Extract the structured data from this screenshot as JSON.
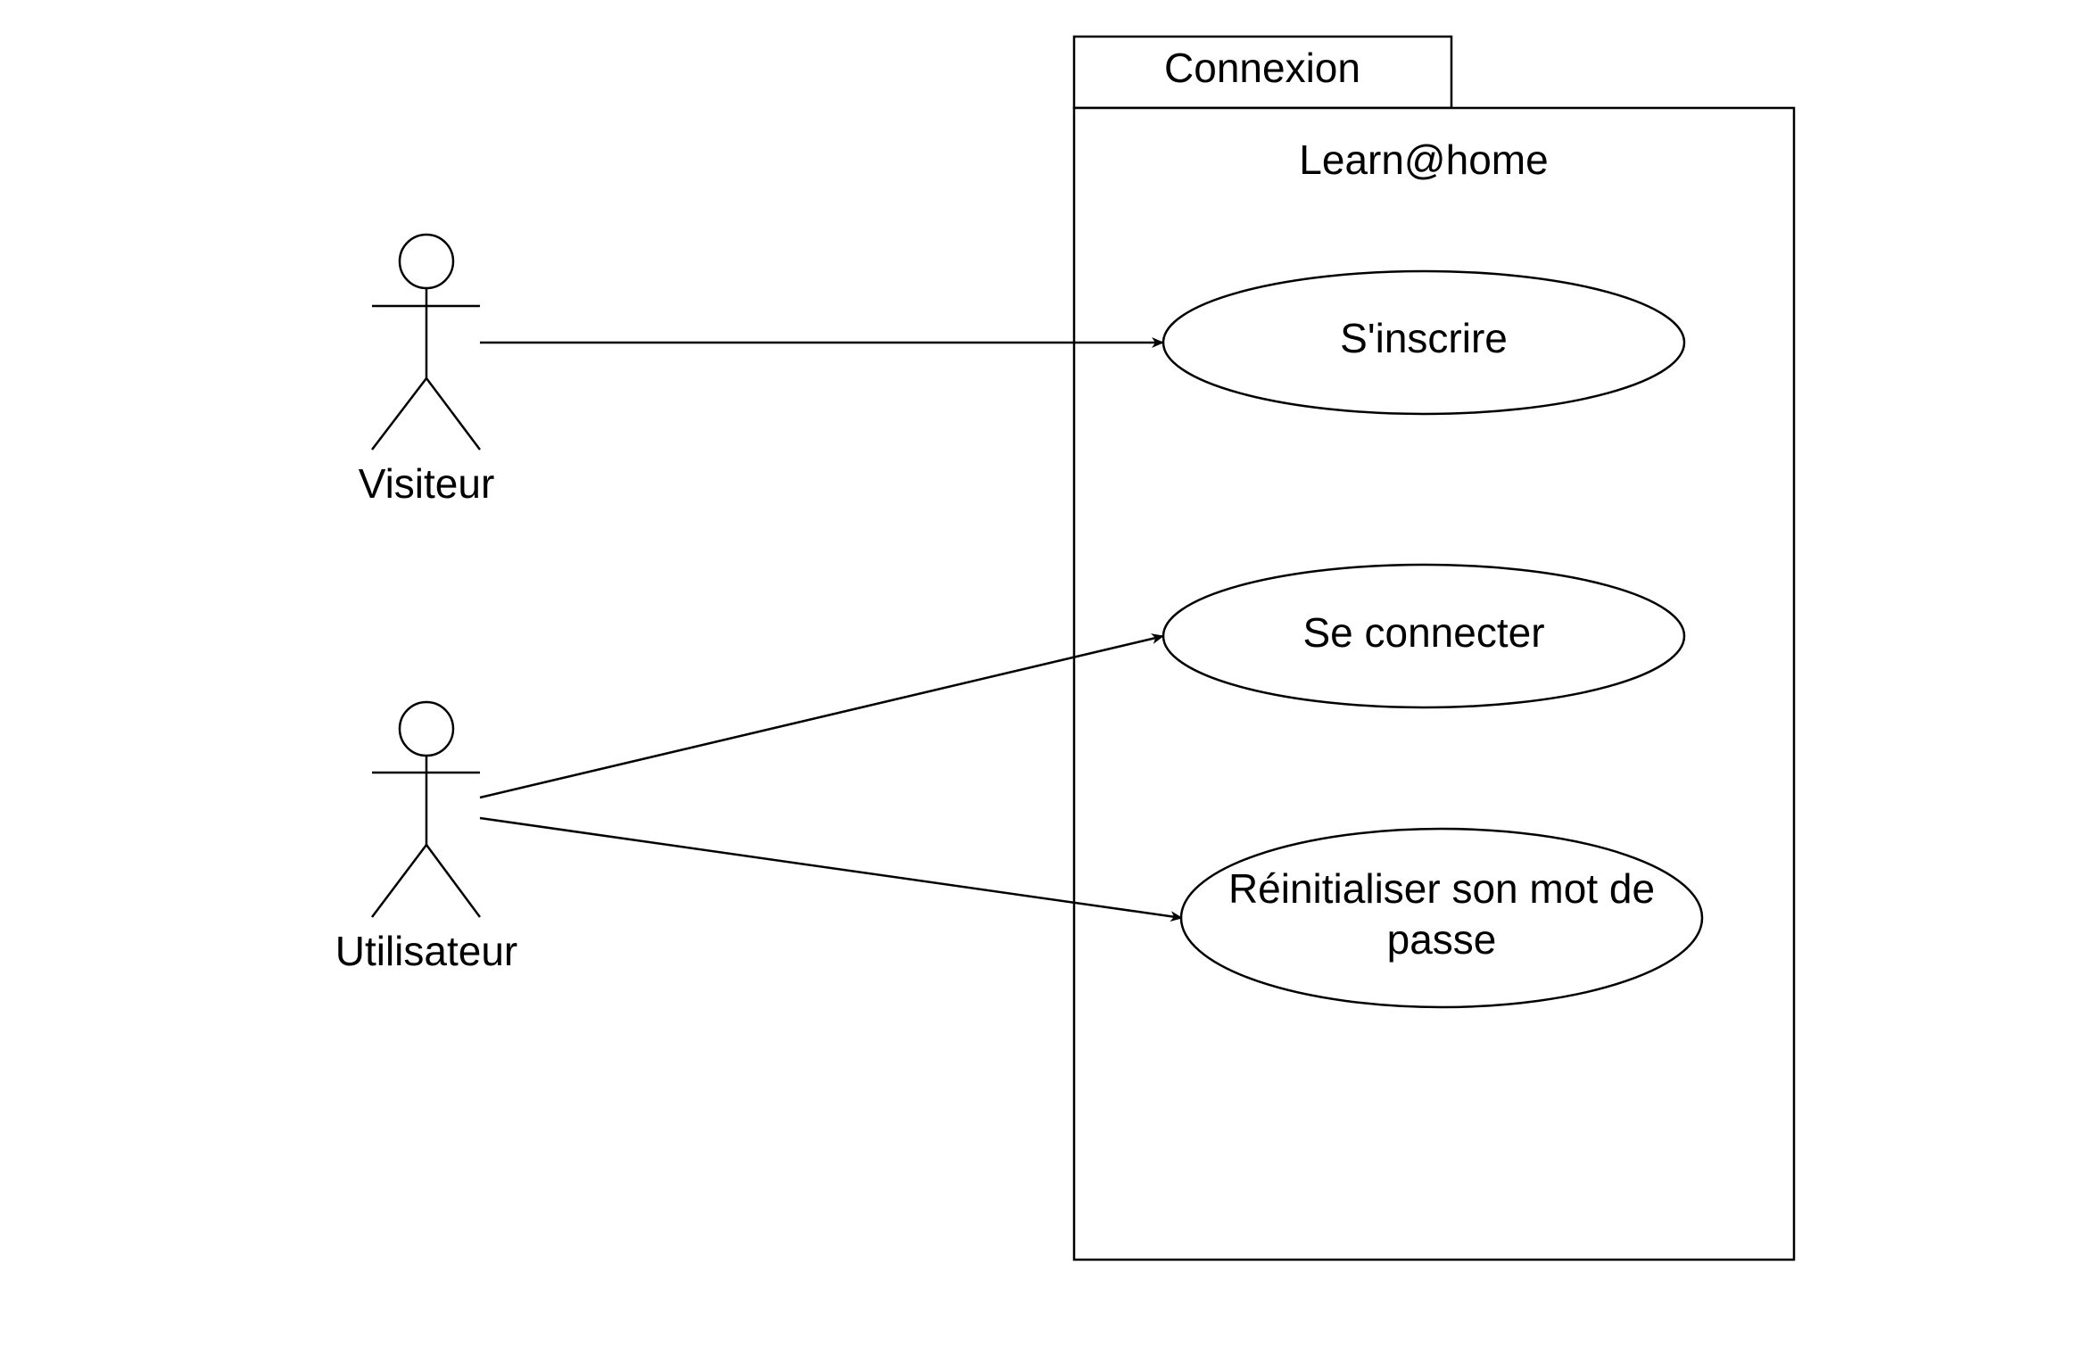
{
  "package": {
    "tab_label": "Connexion",
    "system_title": "Learn@home"
  },
  "actors": [
    {
      "id": "visiteur",
      "label": "Visiteur"
    },
    {
      "id": "utilisateur",
      "label": "Utilisateur"
    }
  ],
  "use_cases": [
    {
      "id": "sinscrire",
      "lines": [
        "S'inscrire"
      ]
    },
    {
      "id": "seconnecter",
      "lines": [
        "Se connecter"
      ]
    },
    {
      "id": "reinitialiser",
      "lines": [
        "Réinitialiser son mot de",
        "passe"
      ]
    }
  ],
  "associations": [
    {
      "from": "visiteur",
      "to": "sinscrire"
    },
    {
      "from": "utilisateur",
      "to": "seconnecter"
    },
    {
      "from": "utilisateur",
      "to": "reinitialiser"
    }
  ]
}
